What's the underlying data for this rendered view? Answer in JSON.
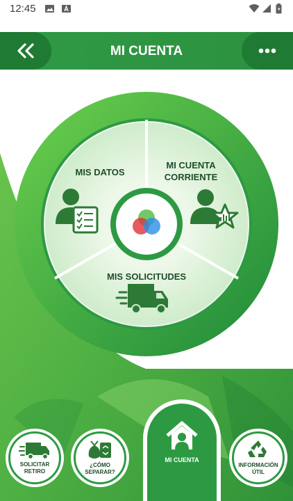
{
  "status_bar": {
    "time": "12:45"
  },
  "header": {
    "title": "MI CUENTA"
  },
  "wheel": {
    "segments": [
      {
        "label": "MIS DATOS"
      },
      {
        "label_line1": "MI CUENTA",
        "label_line2": "CORRIENTE"
      },
      {
        "label": "MIS SOLICITUDES"
      }
    ]
  },
  "bottom_nav": {
    "retiro": {
      "line1": "SOLICITAR",
      "line2": "RETIRO"
    },
    "separar": {
      "line1": "¿CÓMO",
      "line2": "SEPARAR?"
    },
    "cuenta": {
      "label": "MI CUENTA"
    },
    "info": {
      "line1": "INFORMACIÓN",
      "line2": "ÚTIL"
    }
  },
  "colors": {
    "primary_green": "#2d9a43",
    "dark_green": "#1f7a33",
    "light_green": "#dff2dc"
  }
}
